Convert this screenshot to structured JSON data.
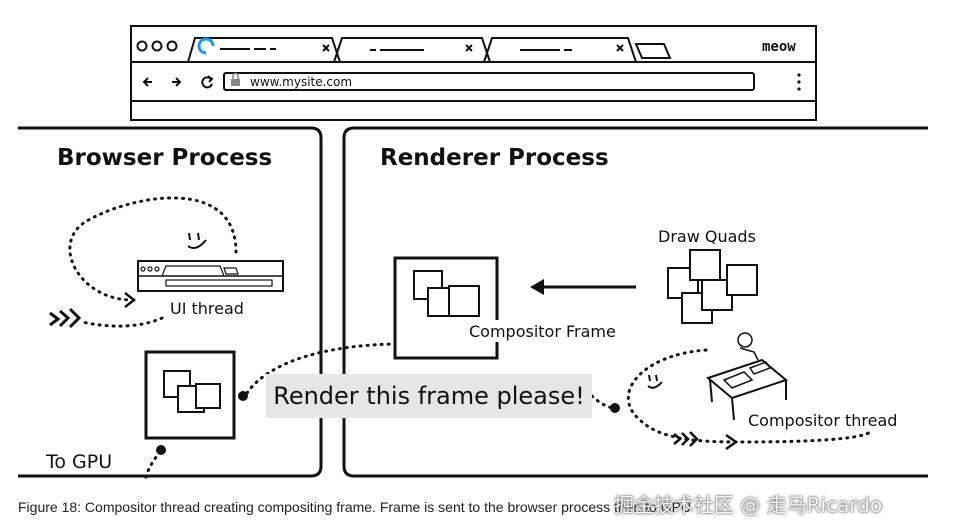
{
  "browser_window": {
    "address": "www.mysite.com",
    "brand": "meow"
  },
  "panels": {
    "browser_process": {
      "title": "Browser Process"
    },
    "renderer_process": {
      "title": "Renderer Process"
    }
  },
  "labels": {
    "ui_thread": "UI thread",
    "to_gpu": "To GPU",
    "draw_quads": "Draw Quads",
    "compositor_frame": "Compositor Frame",
    "compositor_thread": "Compositor thread"
  },
  "callout": {
    "text": "Render this frame please!"
  },
  "caption": "Figure 18: Compositor thread creating compositing frame. Frame is sent to the browser process then to GPU",
  "watermark": "掘金技术社区 @ 走马Ricardo",
  "colors": {
    "ink": "#111111",
    "callout_bg": "#e6e6e6",
    "caption": "#222222"
  }
}
